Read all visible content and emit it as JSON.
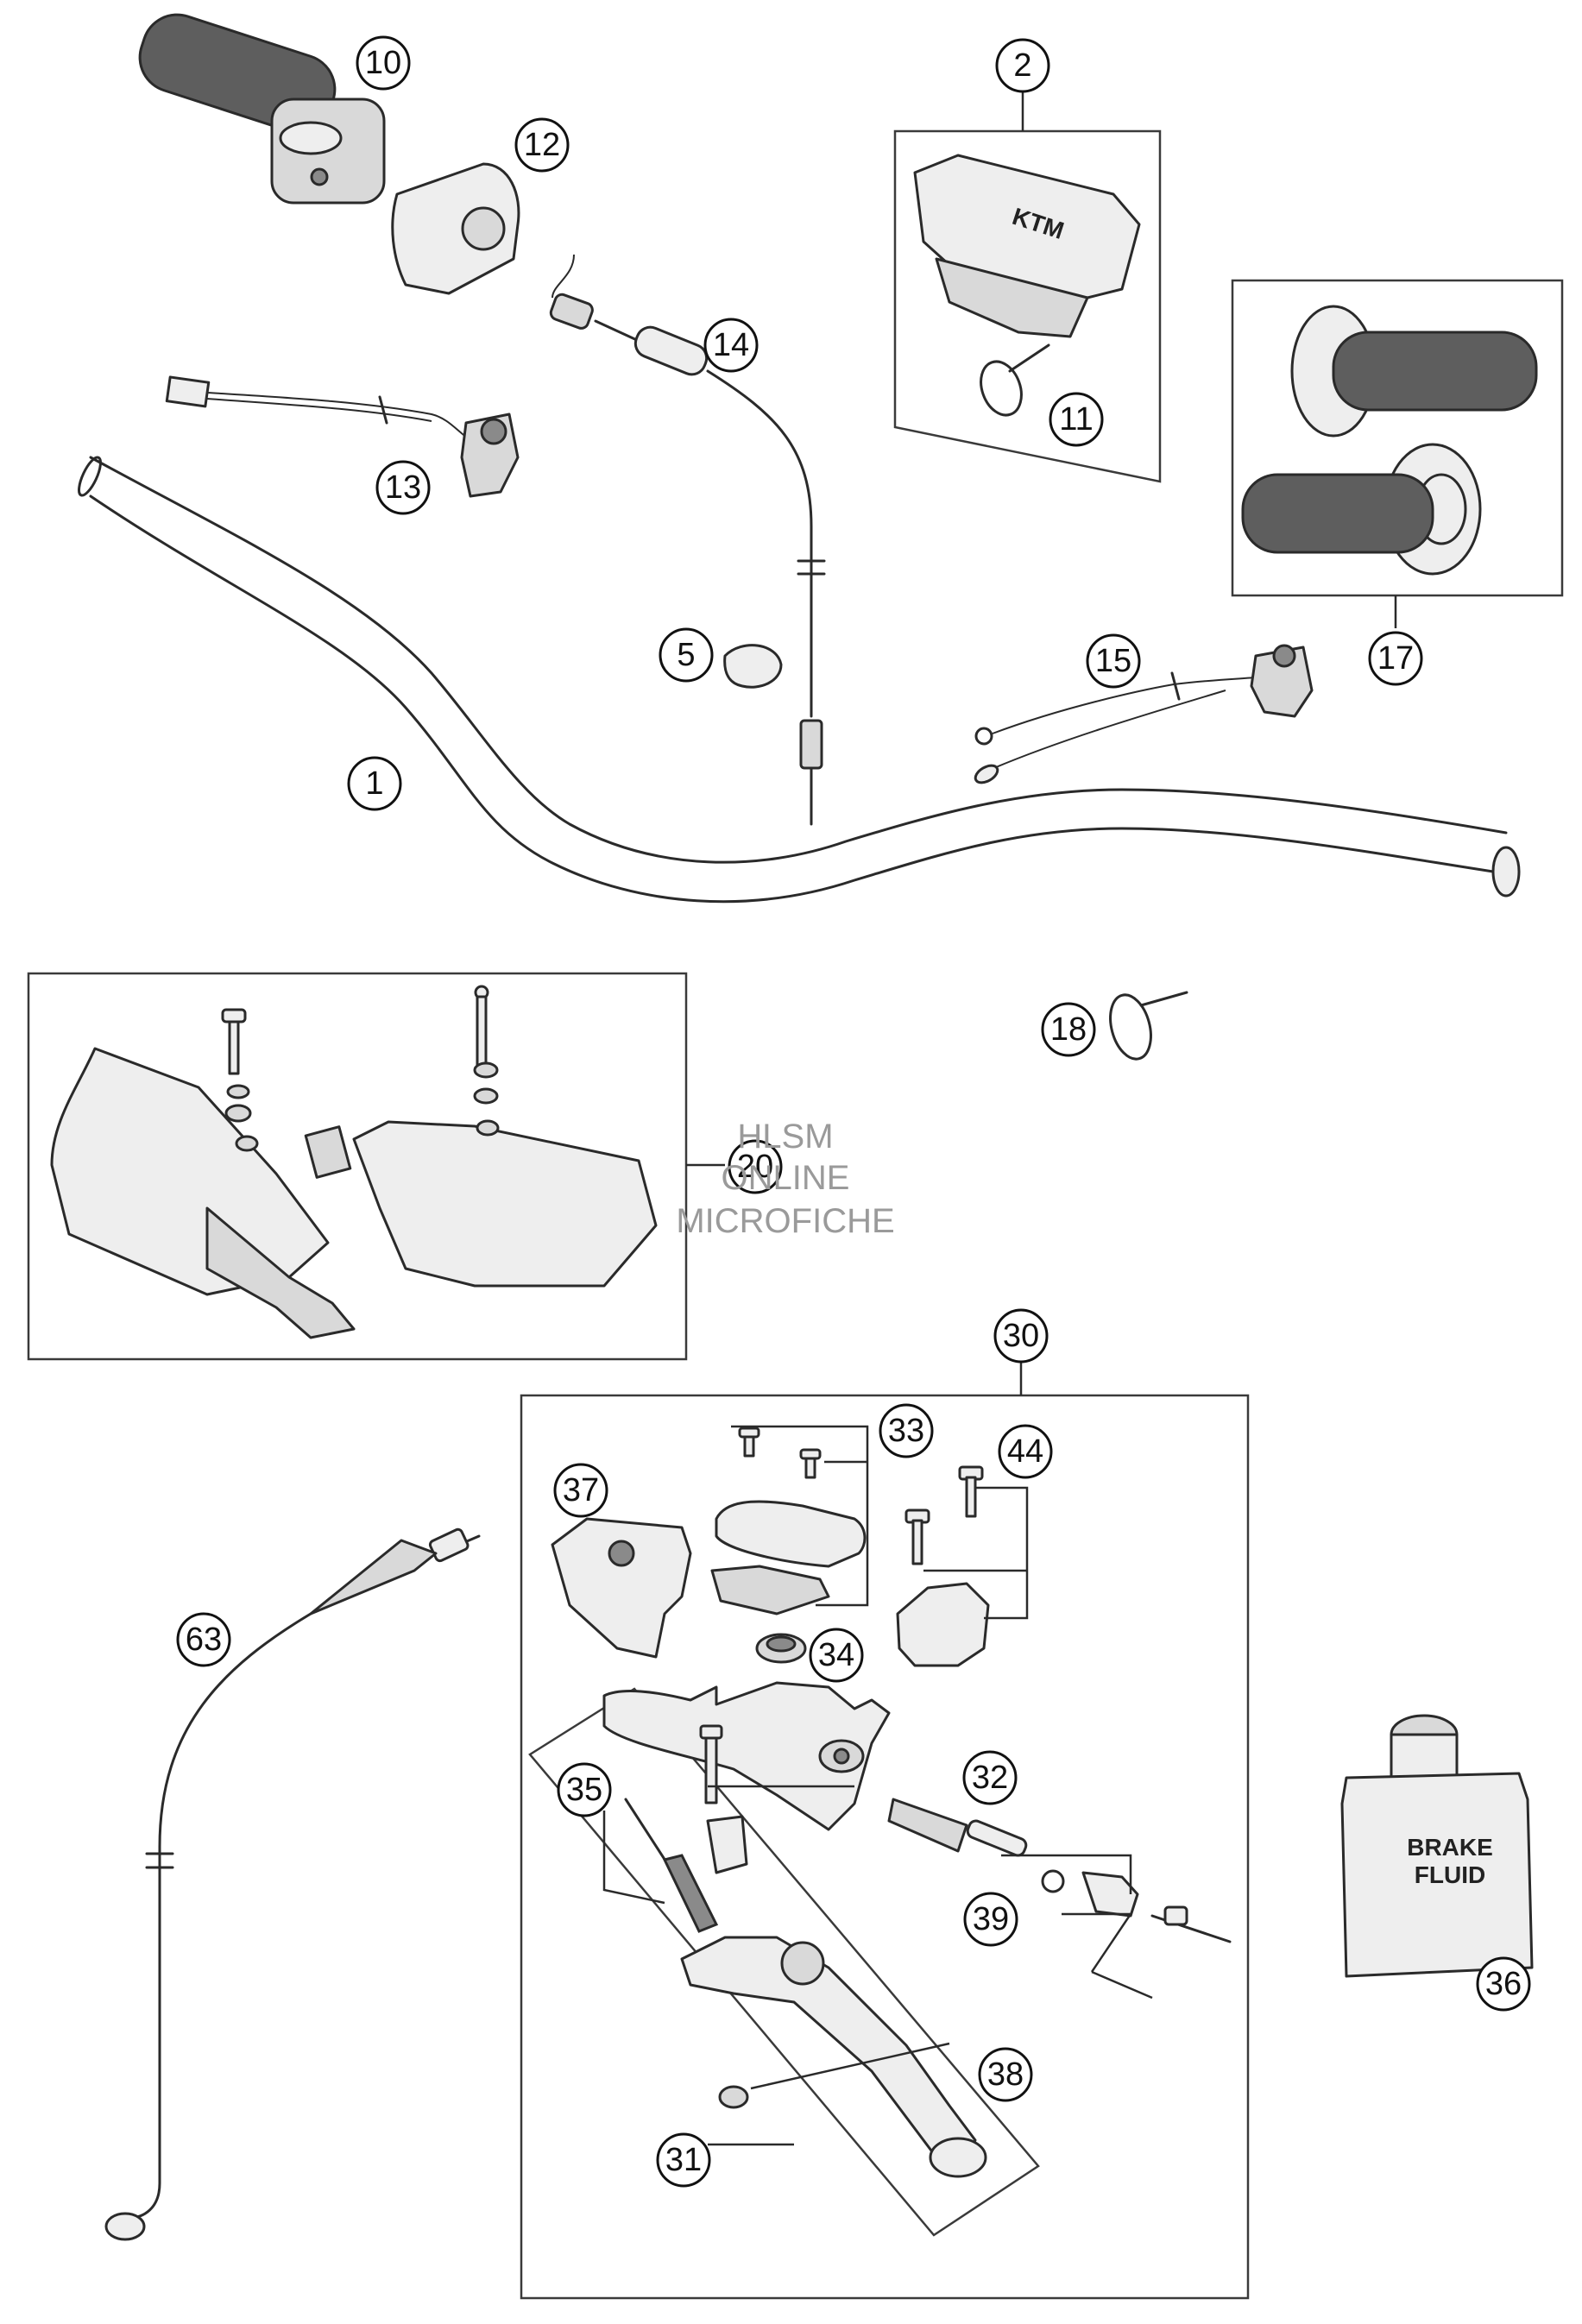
{
  "diagram": {
    "callouts": [
      "10",
      "12",
      "2",
      "14",
      "11",
      "13",
      "17",
      "5",
      "15",
      "1",
      "18",
      "20",
      "30",
      "33",
      "44",
      "37",
      "63",
      "34",
      "32",
      "36",
      "39",
      "35",
      "38",
      "31"
    ],
    "watermark": {
      "line1": "HLSM",
      "line2": "ONLINE",
      "line3": "MICROFICHE"
    },
    "container_label": {
      "line1": "BRAKE",
      "line2": "FLUID"
    }
  }
}
